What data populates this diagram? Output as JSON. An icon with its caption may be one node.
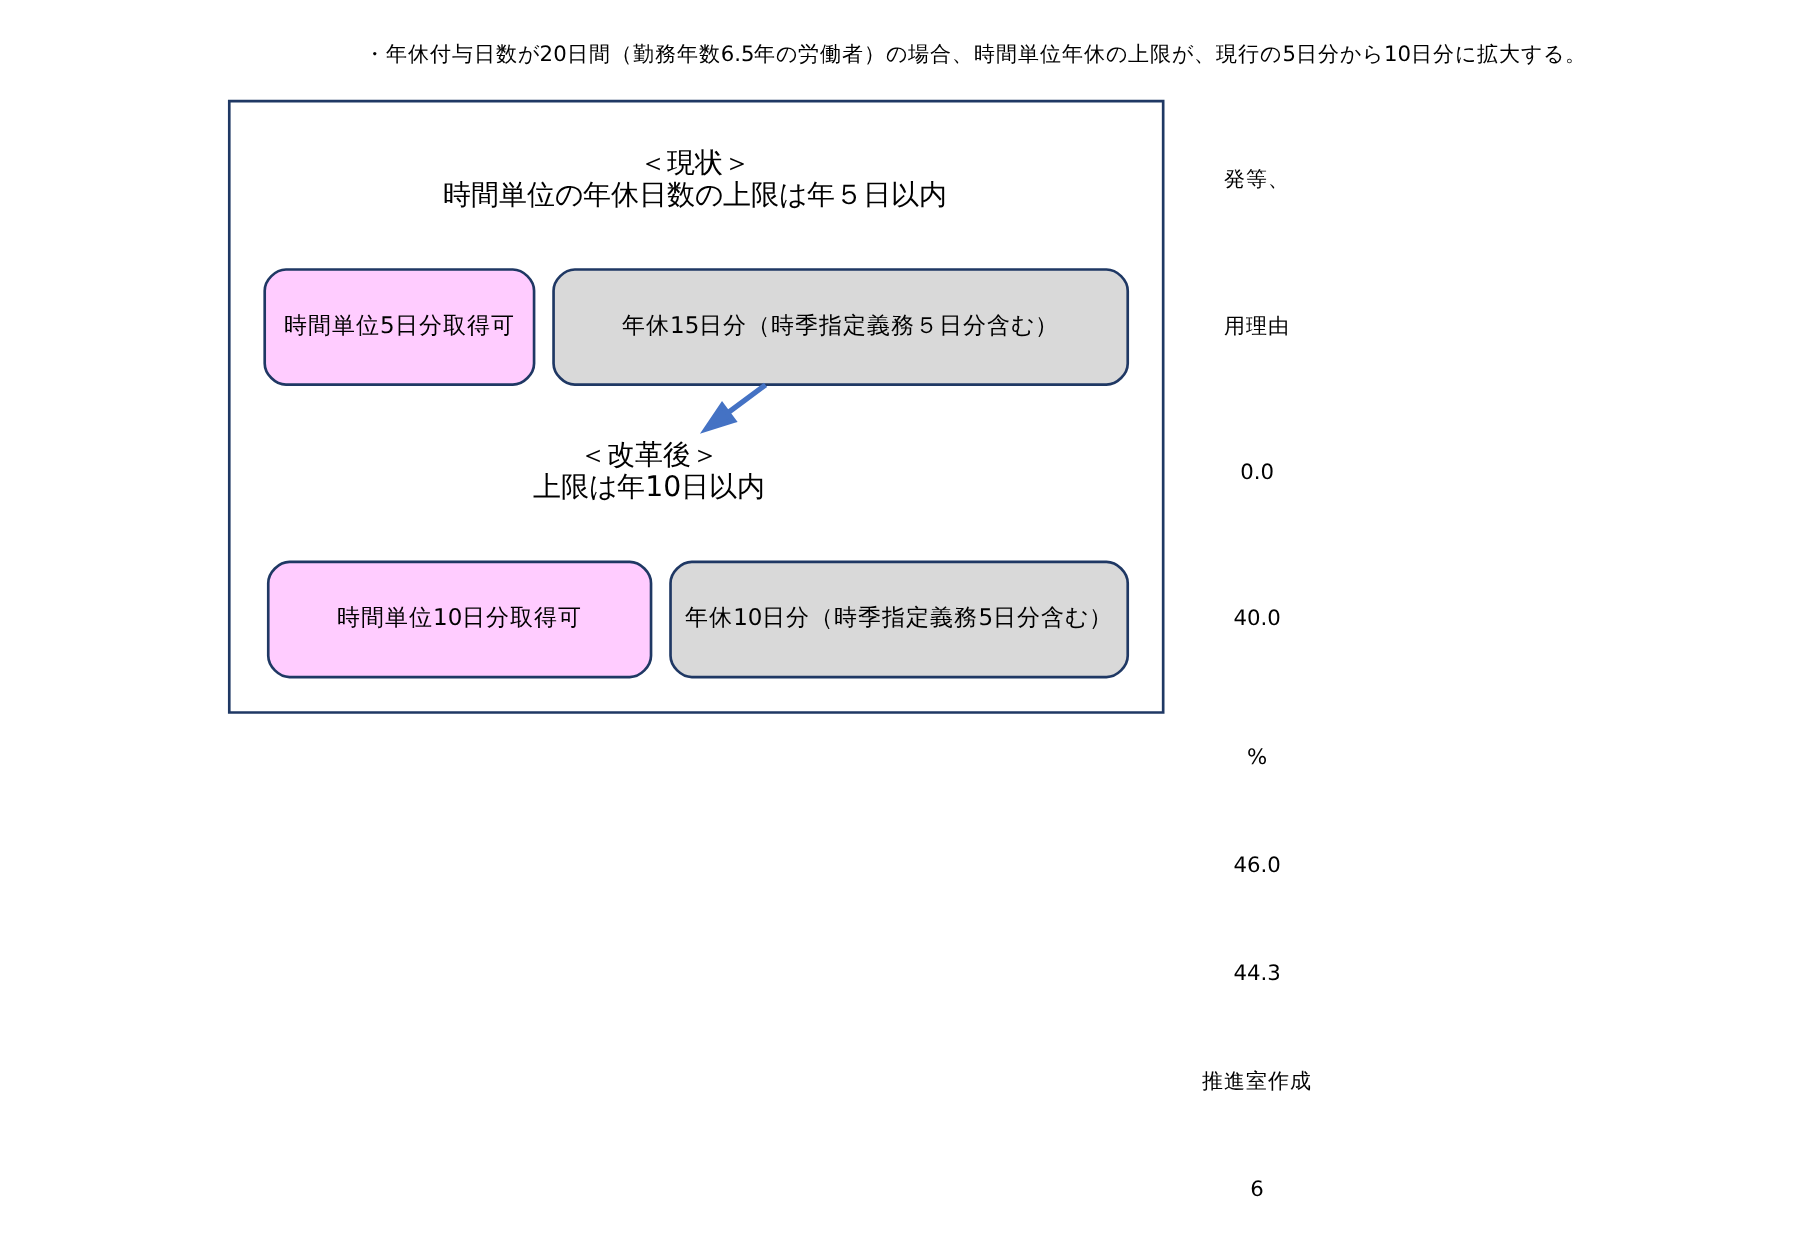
{
  "diagram": {
    "nodes": [
      {
        "text": [],
        "shape": "box"
      },
      {
        "text": [
          "＜現状＞",
          "時間単位の年休日数の上限は年５日以内"
        ],
        "in": 0
      },
      {
        "text": [
          "時間単位5日分取得可"
        ],
        "in": 0
      },
      {
        "text": [
          "年休15日分（時季指定義務５日分含む）"
        ],
        "in": 0
      },
      {
        "text": [
          "＜改革後＞",
          "上限は年10日以内"
        ],
        "in": 0
      },
      {
        "text": [
          "時間単位10日分取得可"
        ],
        "in": 0
      },
      {
        "text": [
          "年休10日分（時季指定義務5日分含む）"
        ],
        "in": 0
      }
    ],
    "edges": [
      {
        "from": 3,
        "to": 4,
        "arrow": "to"
      }
    ],
    "labels": [
      "・年休付与日数が20日間（勤務年数6.5年の労働者）の場合、時間単位年休の上限が、現行の5日分から10日分に拡大する。",
      "発等、",
      "用理由",
      "0.0",
      "40.0",
      "%",
      "46.0",
      "44.3",
      "推進室作成",
      "6"
    ]
  }
}
